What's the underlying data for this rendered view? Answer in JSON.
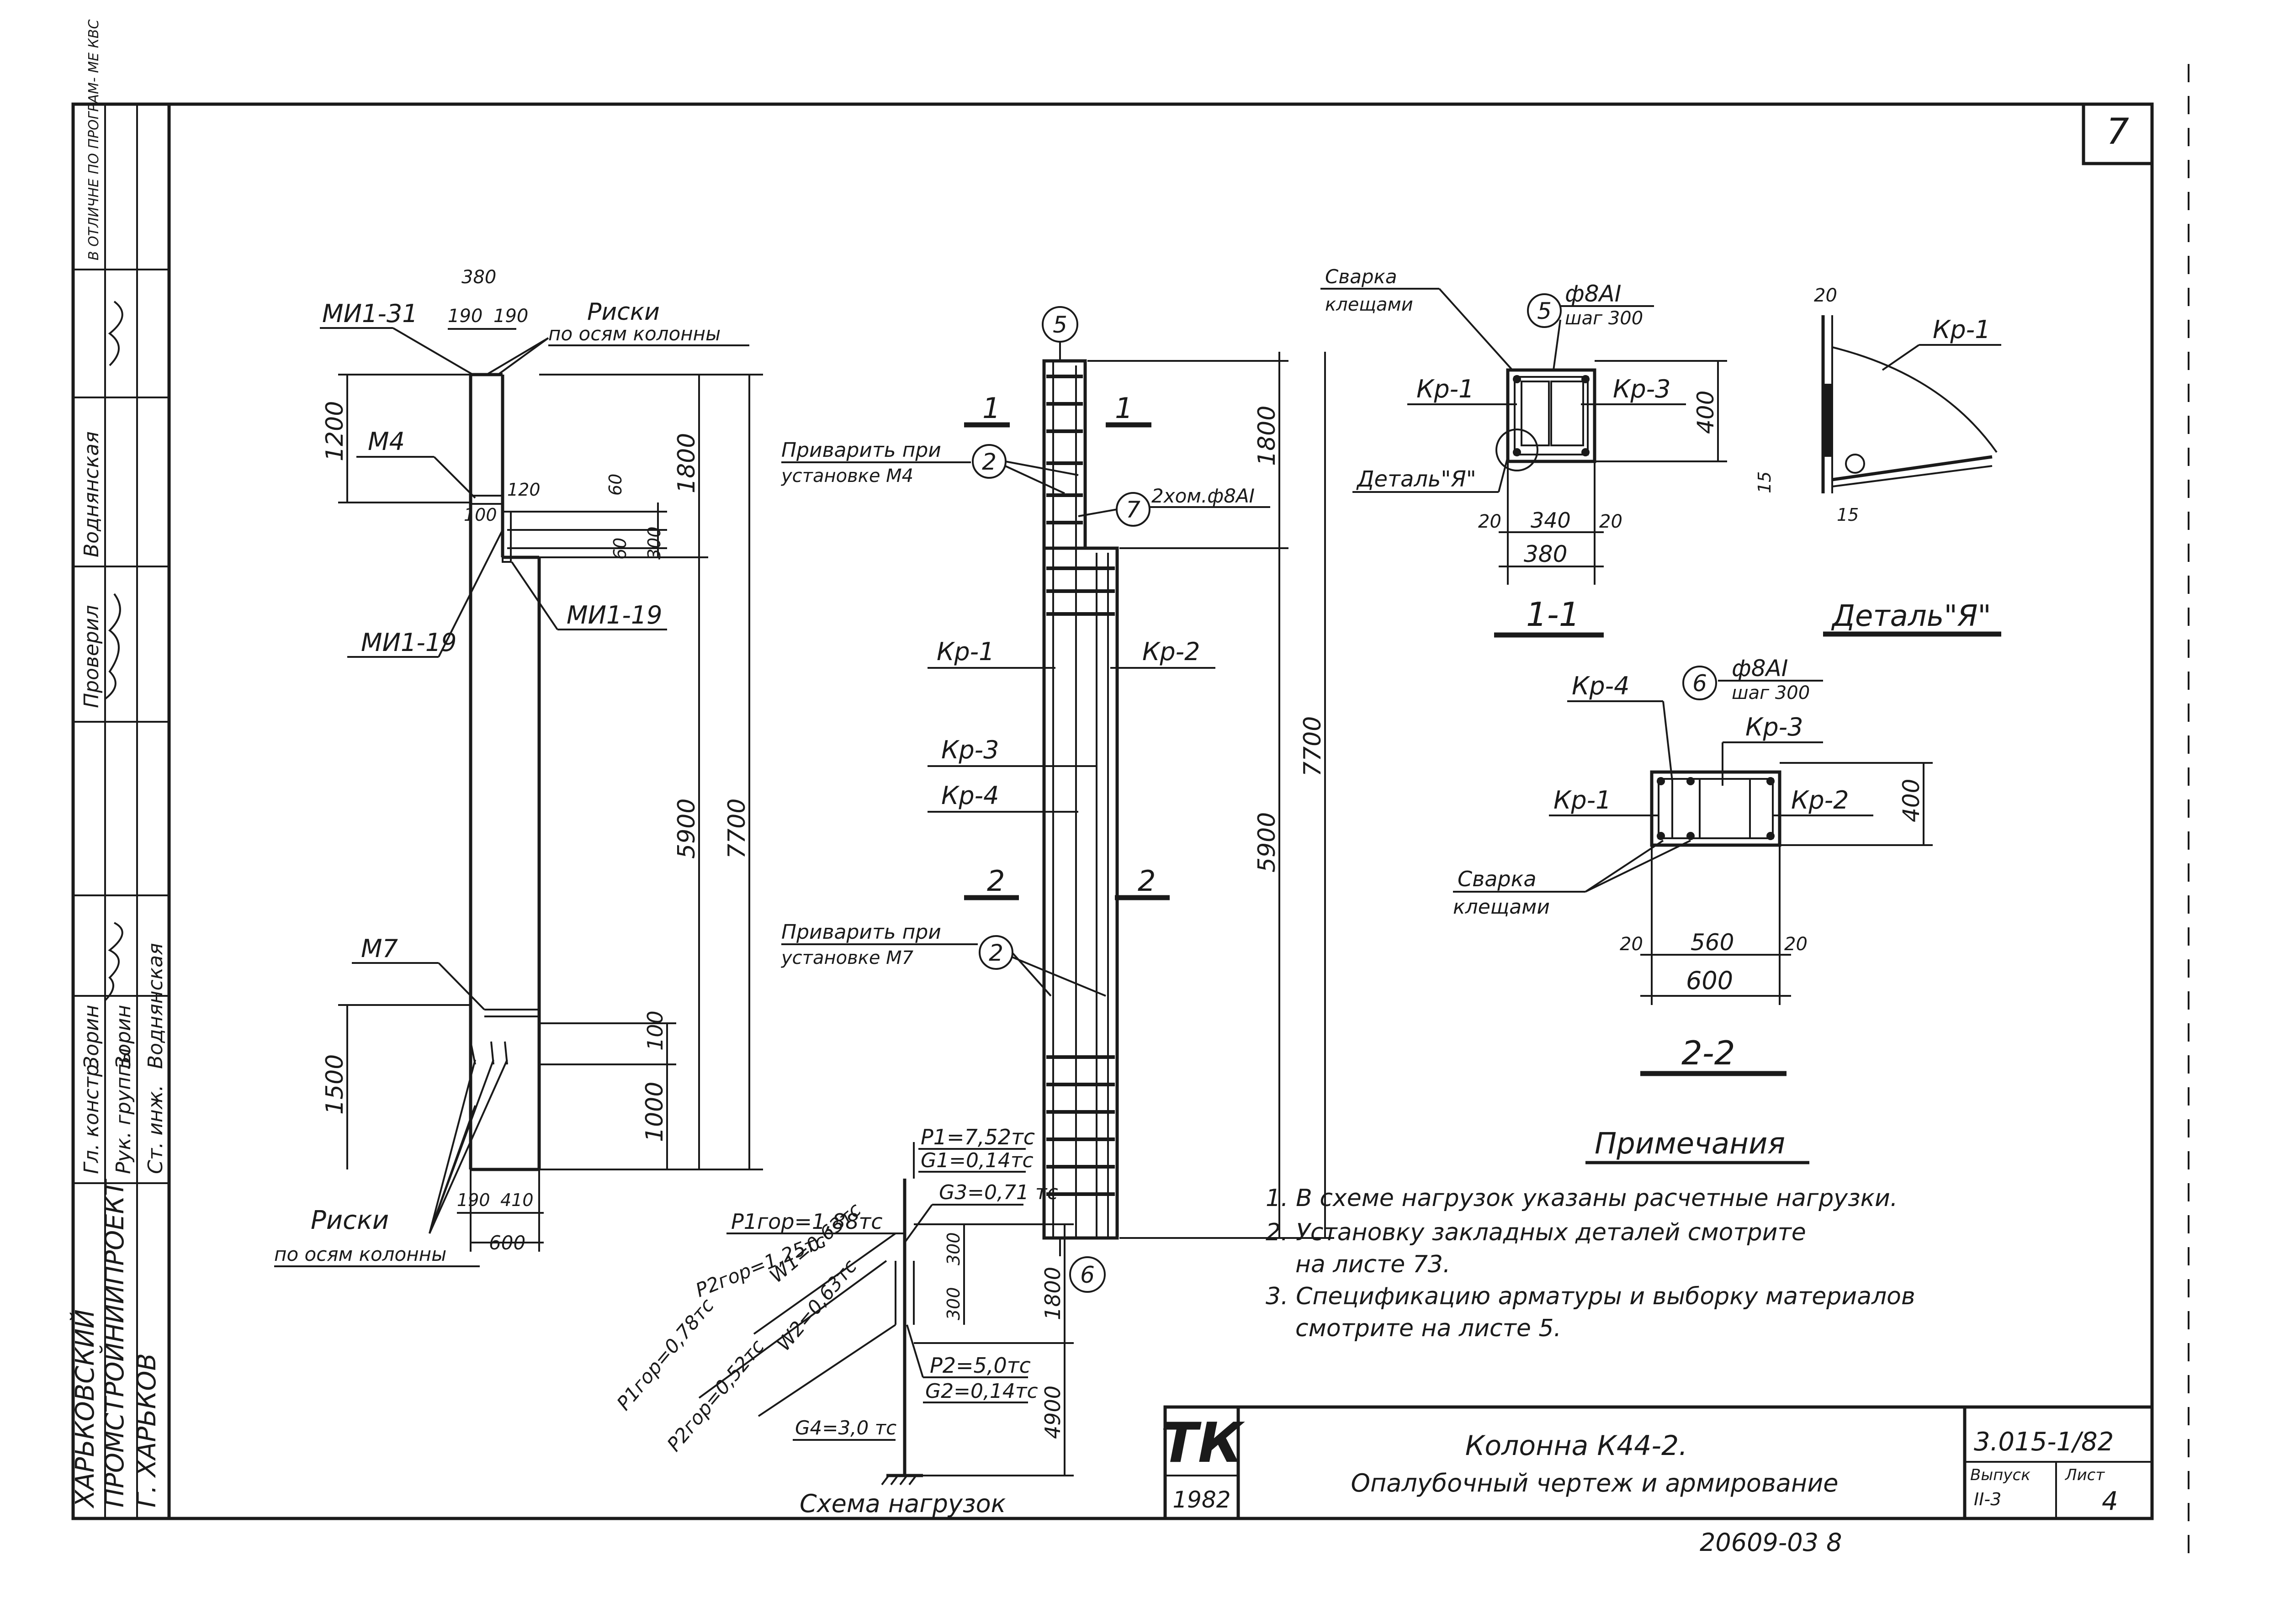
{
  "sheet": {
    "page_number": "7",
    "bottom_code": "20609-03  8"
  },
  "side_stamp": {
    "org_line1": "ХАРЬКОВСКИЙ",
    "org_line2": "ПРОМСТРОЙНИИПРОЕКТ",
    "org_line3": "Г. ХАРЬКОВ",
    "role1": "Гл. констр.",
    "role2": "Рук. группы",
    "role3": "Ст. инж.",
    "name1": "Зорин",
    "name2": "Зорин",
    "name3": "Воднянская",
    "check_label": "Проверил",
    "check_name": "Воднянская",
    "note_top": "В ОТЛИЧНЕ ПО ПРОГРАМ- МЕ КВС"
  },
  "title_block": {
    "logo": "ТК",
    "year": "1982",
    "title_line1": "Колонна  К44-2.",
    "title_line2": "Опалубочный  чертеж  и  армирование",
    "series": "3.015-1/82",
    "issue_label": "Выпуск",
    "issue_value": "II-3",
    "sheet_label": "Лист",
    "sheet_value": "4"
  },
  "formwork_view": {
    "label_mi131": "МИ1-31",
    "label_riski_top": "Риски",
    "label_riski_top2": "по осям колонны",
    "label_m4": "М4",
    "label_mi119_left": "МИ1-19",
    "label_mi119_right": "МИ1-19",
    "label_m7": "М7",
    "label_riski_bottom": "Риски",
    "label_riski_bottom2": "по осям колонны",
    "dim_380": "380",
    "dim_190a": "190",
    "dim_190b": "190",
    "dim_1200": "1200",
    "dim_1800": "1800",
    "dim_120": "120",
    "dim_60a": "60",
    "dim_60b": "60",
    "dim_100a": "100",
    "dim_300": "300",
    "dim_5900": "5900",
    "dim_7700": "7700",
    "dim_1500": "1500",
    "dim_100b": "100",
    "dim_1000": "1000",
    "dim_190c": "190",
    "dim_410": "410",
    "dim_600": "600"
  },
  "reinforcement_view": {
    "axis_top": "5",
    "axis_bottom": "6",
    "sec1_left": "1",
    "sec1_right": "1",
    "sec2_left": "2",
    "sec2_right": "2",
    "weld_m4_line1": "Приварить при",
    "weld_m4_line2": "установке М4",
    "weld_m7_line1": "Приварить при",
    "weld_m7_line2": "установке М7",
    "callout_2a": "2",
    "callout_2b": "2",
    "callout_7": "7",
    "clamp_text": "2хом.ф8АI",
    "kr1": "Кр-1",
    "kr2": "Кр-2",
    "kr3": "Кр-3",
    "kr4": "Кр-4",
    "dim_1800": "1800",
    "dim_5900": "5900",
    "dim_7700": "7700"
  },
  "load_scheme": {
    "title": "Схема нагрузок",
    "p1": "P1=7,52тс",
    "g1": "G1=0,14тс",
    "g3": "G3=0,71 тс",
    "p1x": "P1гор=1,88тс",
    "p2x": "P2гор=1,25тс",
    "w1": "W1=0,63тс",
    "p1y": "P1гор=0,78тс",
    "w2": "W2=0,63тс",
    "p2y": "P2гор=0,52тс",
    "p2": "P2=5,0тс",
    "g2": "G2=0,14тс",
    "g4": "G4=3,0 тс",
    "dim_300a": "300",
    "dim_300b": "300",
    "dim_1800": "1800",
    "dim_4900": "4900"
  },
  "section_1_1": {
    "label": "1-1",
    "weld": "Сварка",
    "weld2": "клещами",
    "callout": "5",
    "bar": "ф8АI",
    "step": "шаг 300",
    "kr1": "Кр-1",
    "kr3": "Кр-3",
    "detail": "Деталь\"Я\"",
    "dim_400": "400",
    "dim_20a": "20",
    "dim_340": "340",
    "dim_20b": "20",
    "dim_380": "380"
  },
  "detail_ya": {
    "label": "Деталь\"Я\"",
    "kr1": "Кр-1",
    "dim_20": "20",
    "dim_15a": "15",
    "dim_15b": "15"
  },
  "section_2_2": {
    "label": "2-2",
    "callout": "6",
    "bar": "ф8АI",
    "step": "шаг 300",
    "kr4": "Кр-4",
    "kr3": "Кр-3",
    "kr1": "Кр-1",
    "kr2": "Кр-2",
    "weld": "Сварка",
    "weld2": "клещами",
    "dim_400": "400",
    "dim_20a": "20",
    "dim_560": "560",
    "dim_20b": "20",
    "dim_600": "600"
  },
  "notes": {
    "title": "Примечания",
    "n1": "1. В схеме нагрузок указаны расчетные нагрузки.",
    "n2a": "2. Установку закладных деталей смотрите",
    "n2b": "на листе 73.",
    "n3a": "3. Спецификацию арматуры и выборку материалов",
    "n3b": "смотрите на листе 5."
  }
}
